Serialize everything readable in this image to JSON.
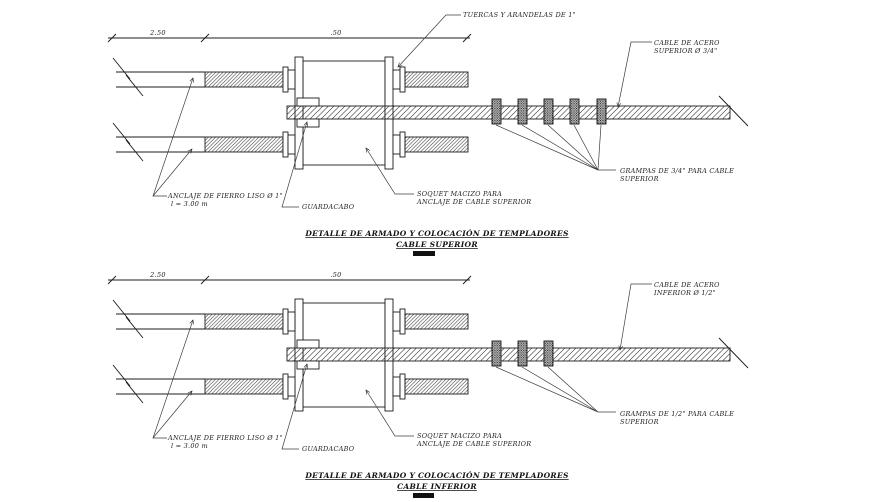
{
  "colors": {
    "ink": "#1c1c1c",
    "paper": "#ffffff",
    "clamp_gray": "#b9b9b9"
  },
  "drawings": [
    {
      "name": "cable-superior",
      "dim_left": "2.50",
      "dim_right": ".50",
      "tuercas_label": "TUERCAS Y ARANDELAS DE 1\"",
      "cable_label": [
        "CABLE DE ACERO",
        "SUPERIOR Ø 3/4\""
      ],
      "grampas_label": [
        "GRAMPAS DE 3/4\" PARA CABLE",
        "SUPERIOR"
      ],
      "anclaje_label": [
        "ANCLAJE DE FIERRO LISO Ø 1\"",
        "l = 3.00 m"
      ],
      "guardacabo_label": "GUARDACABO",
      "soquet_label": [
        "SOQUET MACIZO PARA",
        "ANCLAJE DE CABLE SUPERIOR"
      ],
      "title": [
        "DETALLE DE ARMADO Y COLOCACIÓN DE TEMPLADORES",
        "CABLE SUPERIOR"
      ],
      "clamp_count": 5
    },
    {
      "name": "cable-inferior",
      "dim_left": "2.50",
      "dim_right": ".50",
      "cable_label": [
        "CABLE DE ACERO",
        "INFERIOR Ø 1/2\""
      ],
      "grampas_label": [
        "GRAMPAS DE 1/2\" PARA CABLE",
        "SUPERIOR"
      ],
      "anclaje_label": [
        "ANCLAJE DE FIERRO LISO Ø 1\"",
        "l = 3.00 m"
      ],
      "guardacabo_label": "GUARDACABO",
      "soquet_label": [
        "SOQUET MACIZO PARA",
        "ANCLAJE DE CABLE SUPERIOR"
      ],
      "title": [
        "DETALLE DE ARMADO Y COLOCACIÓN DE TEMPLADORES",
        "CABLE INFERIOR"
      ],
      "clamp_count": 3
    }
  ]
}
